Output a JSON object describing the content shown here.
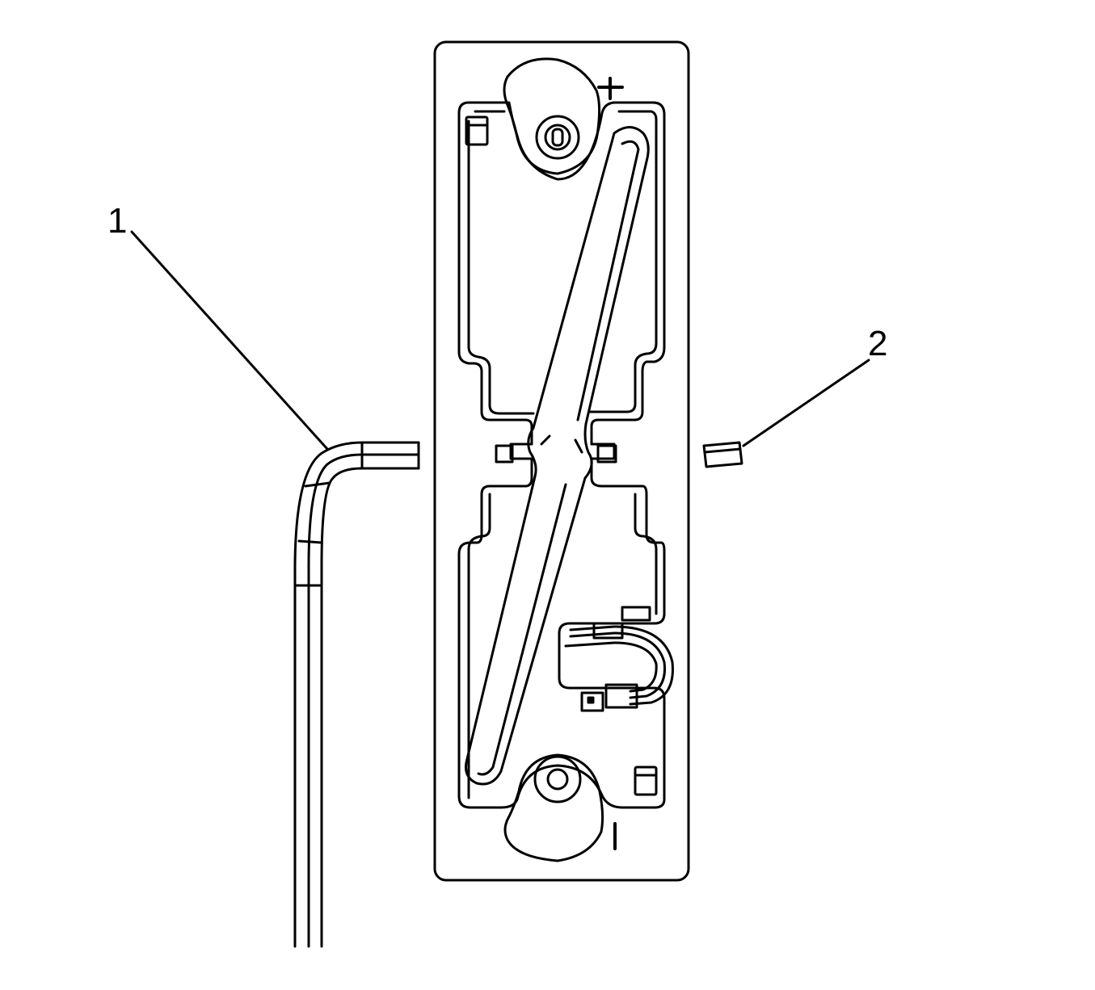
{
  "diagram": {
    "callouts": [
      {
        "id": "1",
        "text": "1"
      },
      {
        "id": "2",
        "text": "2"
      }
    ],
    "terminals": {
      "positive": "+",
      "negative": "I"
    },
    "colors": {
      "line": "#000000",
      "background": "#ffffff"
    }
  }
}
